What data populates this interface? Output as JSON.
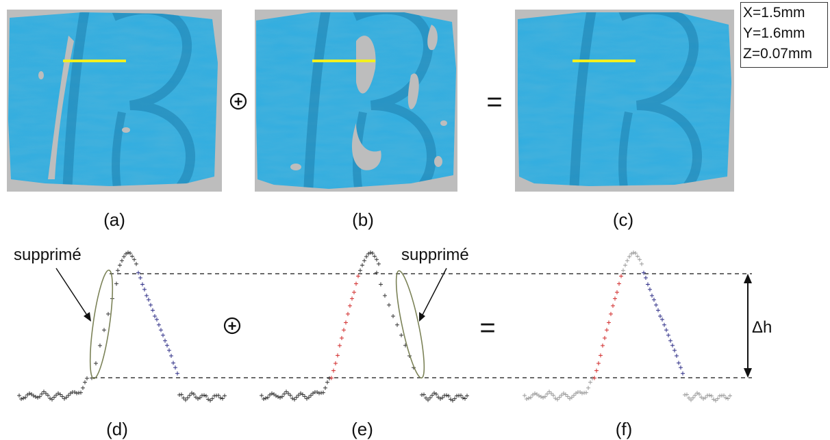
{
  "dimensions": {
    "x": "X=1.5mm",
    "y": "Y=1.6mm",
    "z": "Z=0.07mm"
  },
  "scan_labels": [
    "(a)",
    "(b)",
    "(c)"
  ],
  "profile_labels": [
    "(d)",
    "(e)",
    "(f)"
  ],
  "operators": {
    "plus": "+",
    "equals": "="
  },
  "annotations": {
    "removed_left": "supprimé",
    "removed_right": "supprimé",
    "delta": "Δh"
  },
  "colors": {
    "scan_blue": "#33aee0",
    "scan_gray": "#bdbdbd",
    "measure_line": "#f3f01e",
    "left_flank": "#d12a2a",
    "right_flank": "#2c2c86",
    "ellipse": "#7b8257"
  }
}
